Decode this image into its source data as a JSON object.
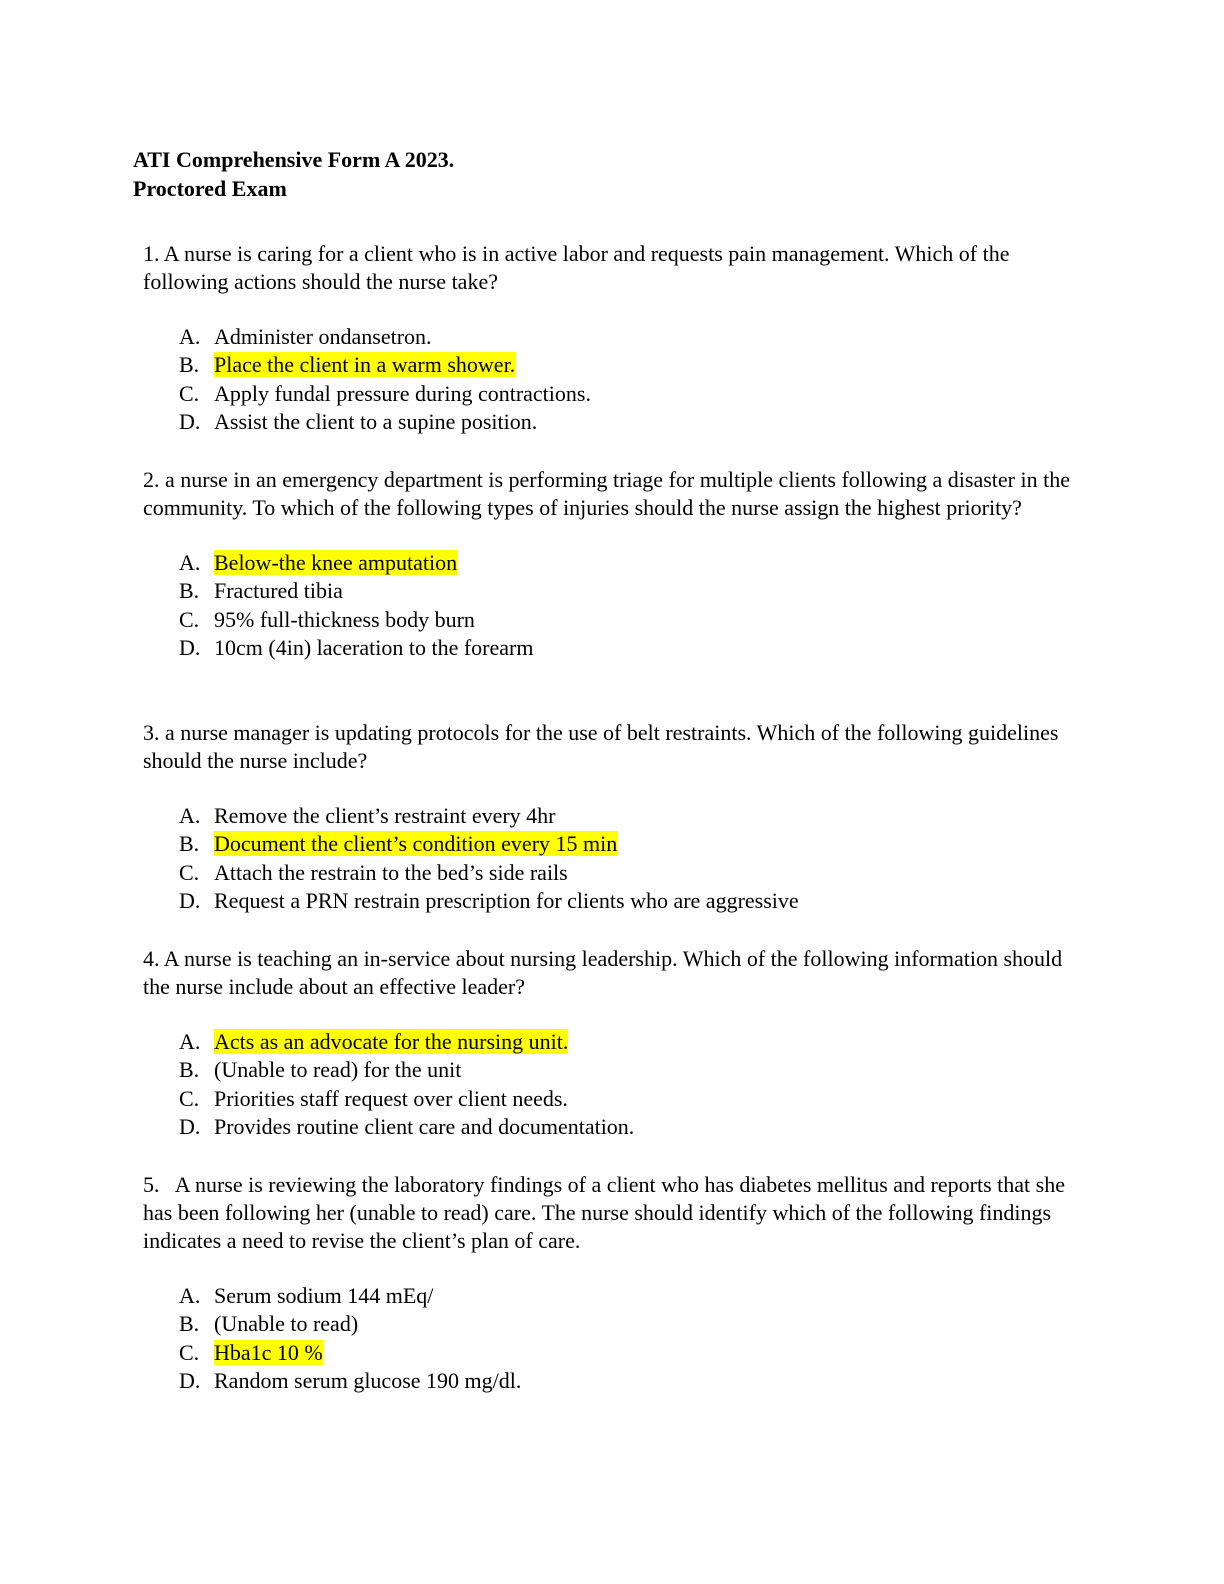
{
  "document": {
    "title_line1": "ATI Comprehensive Form A 2023.",
    "title_line2": "Proctored Exam"
  },
  "questions": [
    {
      "text": "1. A nurse is caring for a client who is in active labor and requests pain management. Which of the following actions should the nurse take?",
      "options": [
        {
          "letter": "A.",
          "text": "Administer ondansetron.",
          "highlighted": false
        },
        {
          "letter": "B.",
          "text": "Place the client in a warm shower.",
          "highlighted": true
        },
        {
          "letter": "C.",
          "text": "Apply fundal pressure during contractions.",
          "highlighted": false
        },
        {
          "letter": "D.",
          "text": "Assist the client to a supine position.",
          "highlighted": false
        }
      ]
    },
    {
      "text": "2. a nurse in an emergency department is performing triage for multiple clients following a disaster in the community. To which of the following types of injuries should the nurse assign the highest priority?",
      "options": [
        {
          "letter": "A.",
          "text": "Below-the knee amputation",
          "highlighted": true
        },
        {
          "letter": "B.",
          "text": "Fractured tibia",
          "highlighted": false
        },
        {
          "letter": "C.",
          "text": "95% full-thickness body burn",
          "highlighted": false
        },
        {
          "letter": "D.",
          "text": "10cm (4in) laceration to the forearm",
          "highlighted": false
        }
      ]
    },
    {
      "text": "3. a nurse manager is updating protocols for the use of belt restraints. Which of the following guidelines should the nurse include?",
      "options": [
        {
          "letter": "A.",
          "text": "Remove the client’s restraint every 4hr",
          "highlighted": false
        },
        {
          "letter": "B.",
          "text": "Document the client’s condition every 15 min",
          "highlighted": true
        },
        {
          "letter": "C.",
          "text": "Attach the restrain to the bed’s side rails",
          "highlighted": false
        },
        {
          "letter": "D.",
          "text": "Request a PRN restrain prescription for clients who are aggressive",
          "highlighted": false
        }
      ]
    },
    {
      "text": "4. A nurse is teaching an in-service about nursing leadership. Which of the following information should the nurse include about an effective leader?",
      "options": [
        {
          "letter": "A.",
          "text": "Acts as an advocate for the nursing unit.",
          "highlighted": true
        },
        {
          "letter": "B.",
          "text": "(Unable to read) for the unit",
          "highlighted": false
        },
        {
          "letter": "C.",
          "text": "Priorities staff request over client needs.",
          "highlighted": false
        },
        {
          "letter": "D.",
          "text": "Provides routine client care and documentation.",
          "highlighted": false
        }
      ]
    },
    {
      "text": "5.   A nurse is reviewing the laboratory findings of a client who has diabetes mellitus and reports that she has been following her (unable to read) care. The nurse should identify which of the following findings indicates a need to revise the client’s plan of care.",
      "options": [
        {
          "letter": "A.",
          "text": "Serum sodium 144 mEq/",
          "highlighted": false
        },
        {
          "letter": "B.",
          "text": "(Unable to read)",
          "highlighted": false
        },
        {
          "letter": "C.",
          "text": "Hba1c 10 %",
          "highlighted": true
        },
        {
          "letter": "D.",
          "text": "Random serum glucose 190 mg/dl.",
          "highlighted": false
        }
      ]
    }
  ],
  "colors": {
    "highlight": "#ffff00",
    "text": "#000000",
    "background": "#ffffff"
  }
}
